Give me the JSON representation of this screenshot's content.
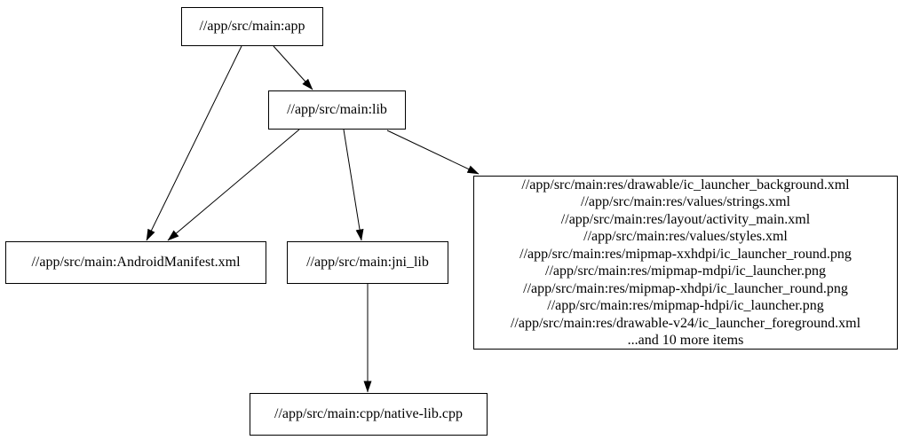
{
  "diagram": {
    "type": "dependency-graph",
    "background_color": "#ffffff",
    "node_fill_color": "#ffffff",
    "node_border_color": "#000000",
    "edge_color": "#000000",
    "text_color": "#000000",
    "nodes": {
      "app": {
        "label": "//app/src/main:app"
      },
      "lib": {
        "label": "//app/src/main:lib"
      },
      "android_manifest": {
        "label": "//app/src/main:AndroidManifest.xml"
      },
      "jni_lib": {
        "label": "//app/src/main:jni_lib"
      },
      "res_group": {
        "lines": [
          "//app/src/main:res/drawable/ic_launcher_background.xml",
          "//app/src/main:res/values/strings.xml",
          "//app/src/main:res/layout/activity_main.xml",
          "//app/src/main:res/values/styles.xml",
          "//app/src/main:res/mipmap-xxhdpi/ic_launcher_round.png",
          "//app/src/main:res/mipmap-mdpi/ic_launcher.png",
          "//app/src/main:res/mipmap-xhdpi/ic_launcher_round.png",
          "//app/src/main:res/mipmap-hdpi/ic_launcher.png",
          "//app/src/main:res/drawable-v24/ic_launcher_foreground.xml",
          "...and 10 more items"
        ]
      },
      "native_lib_cpp": {
        "label": "//app/src/main:cpp/native-lib.cpp"
      }
    },
    "edges": [
      {
        "from": "app",
        "to": "android_manifest"
      },
      {
        "from": "app",
        "to": "lib"
      },
      {
        "from": "lib",
        "to": "android_manifest"
      },
      {
        "from": "lib",
        "to": "jni_lib"
      },
      {
        "from": "lib",
        "to": "res_group"
      },
      {
        "from": "jni_lib",
        "to": "native_lib_cpp"
      }
    ]
  }
}
